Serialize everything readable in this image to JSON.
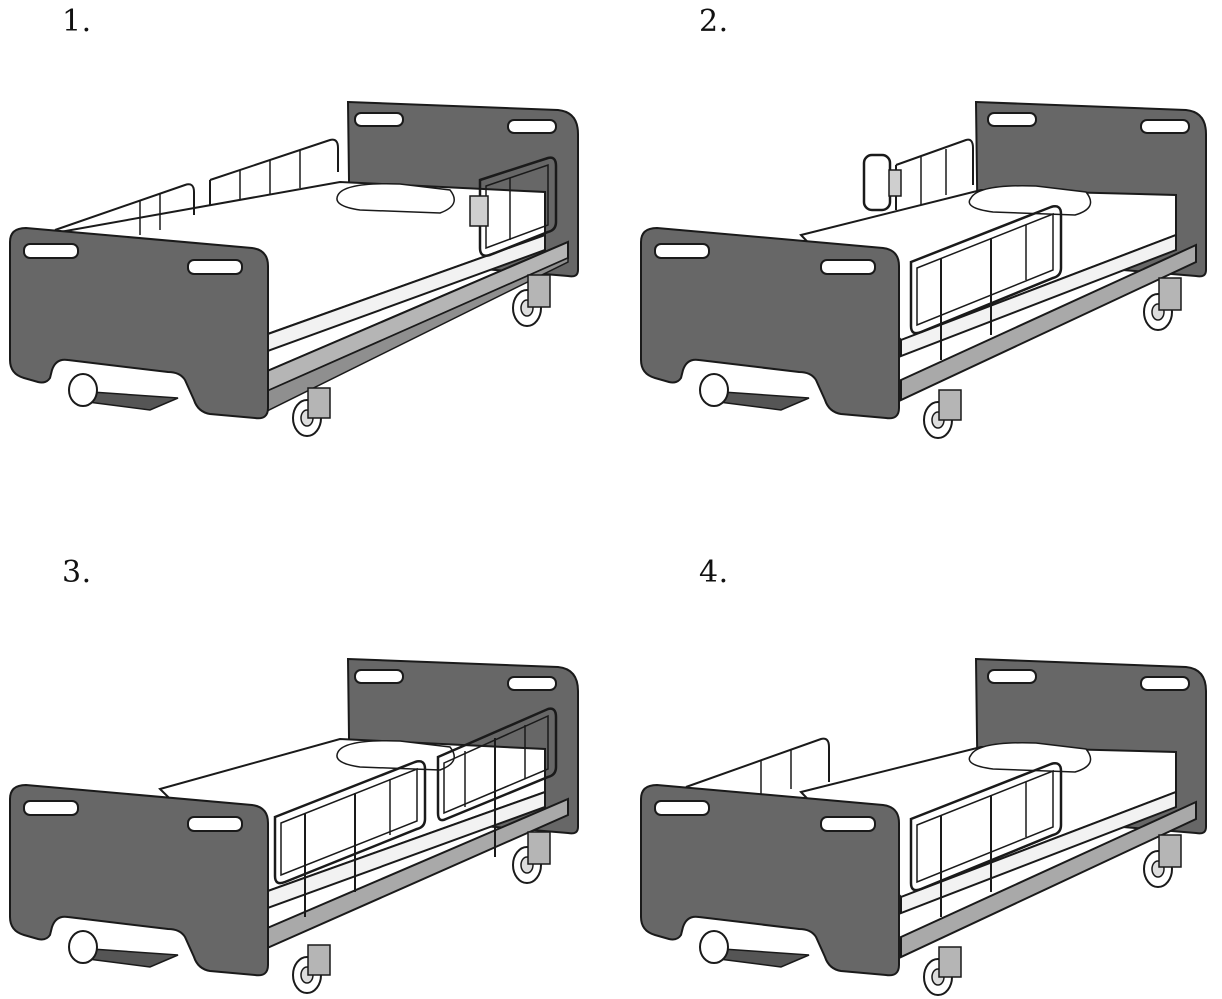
{
  "panels": [
    {
      "label": "1.",
      "config": "both-side-rails-up-narrow",
      "colors": {
        "board": "#676767",
        "frame": "#a9a9a9",
        "rail": "#ffffff",
        "outline": "#1a1a1a"
      }
    },
    {
      "label": "2.",
      "config": "near-rail-up-far-rail-folded"
    },
    {
      "label": "3.",
      "config": "near-rails-up-two-sections"
    },
    {
      "label": "4.",
      "config": "near-rail-up-far-rail-low"
    }
  ]
}
